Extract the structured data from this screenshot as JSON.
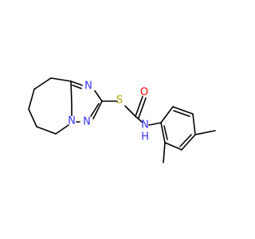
{
  "colors": {
    "bond": "#000000",
    "nitrogen": "#3333ff",
    "oxygen": "#ff0000",
    "sulfur": "#b5a500",
    "background": "#ffffff"
  },
  "atoms": {
    "n_triazole_upper": "N",
    "n_triazole_lower_left": "N",
    "n_triazole_lower_right": "N",
    "sulfur": "S",
    "oxygen": "O",
    "amide_n": "N",
    "amide_h": "H"
  }
}
